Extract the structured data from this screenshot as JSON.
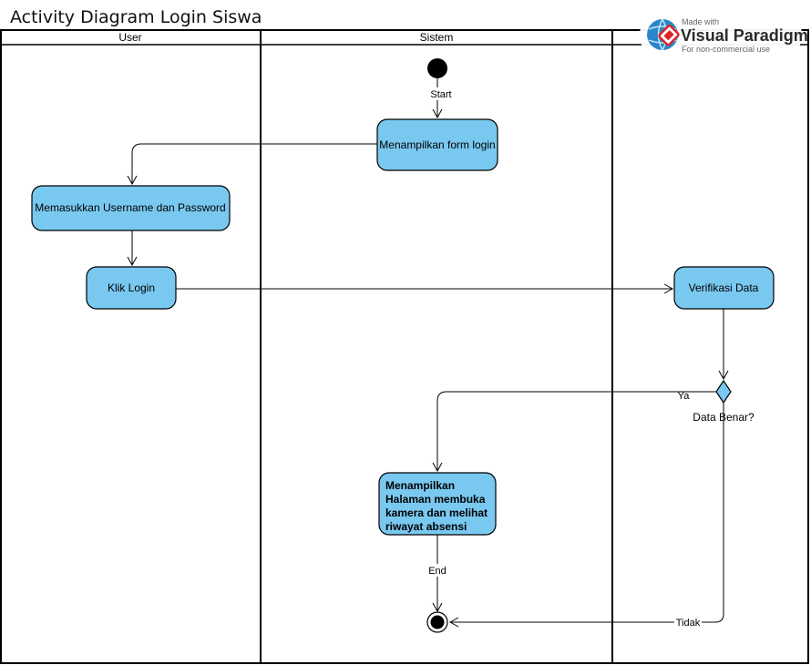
{
  "title": "Activity Diagram Login Siswa",
  "lanes": [
    "User",
    "Sistem",
    ""
  ],
  "nodes": {
    "show_form": "Menampilkan form login",
    "enter_credentials": "Memasukkan Username dan Password",
    "click_login": "Klik Login",
    "verify": "Verifikasi Data",
    "camera_page": [
      "Menampilkan",
      "Halaman membuka",
      "kamera dan melihat",
      "riwayat absensi"
    ]
  },
  "decision": "Data Benar?",
  "labels": {
    "start": "Start",
    "end": "End",
    "yes": "Ya",
    "no": "Tidak"
  },
  "watermark": {
    "made_with": "Made with",
    "brand": "Visual Paradigm",
    "note": "For non-commercial use"
  },
  "colors": {
    "node_fill": "#79c8f0",
    "line": "#000000",
    "watermark_red": "#d9262a",
    "watermark_blue": "#1e6fb8"
  }
}
